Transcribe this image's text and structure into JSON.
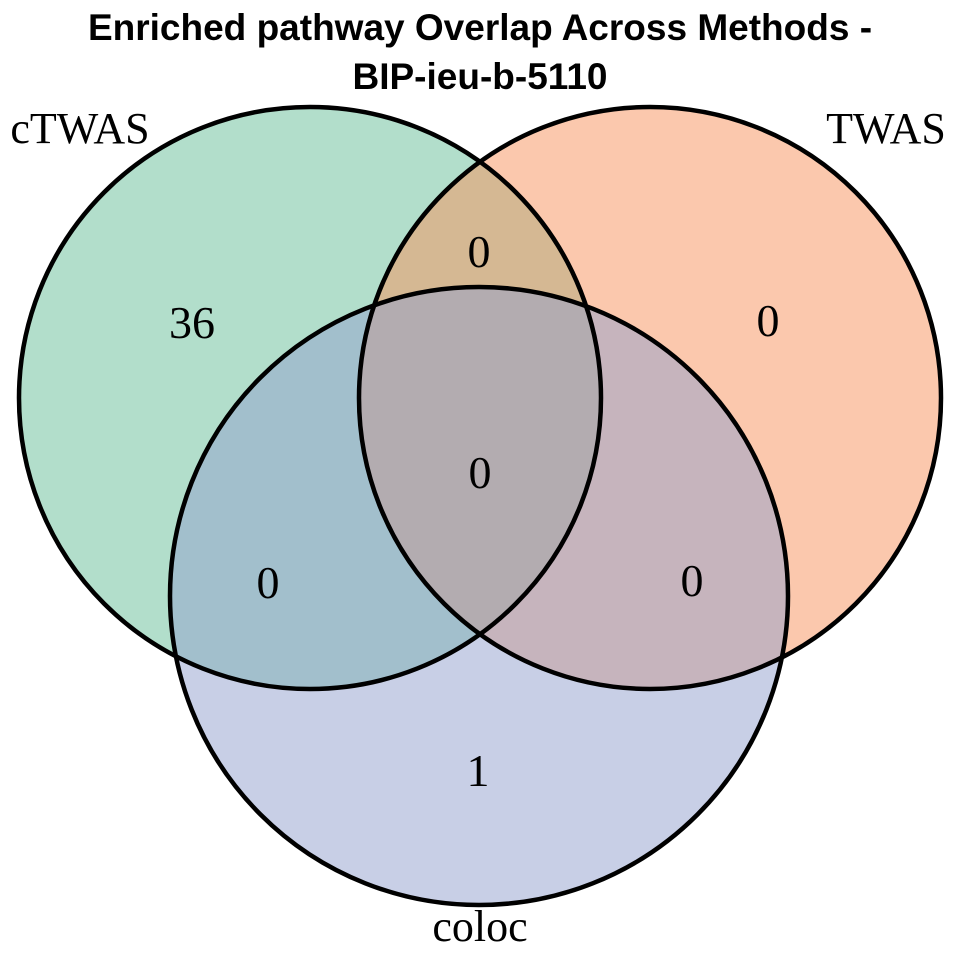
{
  "title": {
    "line1": "Enriched pathway Overlap Across Methods -",
    "line2": "BIP-ieu-b-5110"
  },
  "venn": {
    "set_labels": {
      "ctwas": "cTWAS",
      "twas": "TWAS",
      "coloc": "coloc"
    },
    "counts": {
      "ctwas_only": "36",
      "twas_only": "0",
      "coloc_only": "1",
      "ctwas_twas": "0",
      "ctwas_coloc": "0",
      "twas_coloc": "0",
      "all_three": "0"
    },
    "colors": {
      "ctwas_fill": "#65bd97",
      "twas_fill": "#f7915b",
      "coloc_fill": "#919fcd",
      "outline": "#000000",
      "text": "#000000"
    }
  },
  "chart_data": {
    "type": "venn",
    "title": "Enriched pathway Overlap Across Methods - BIP-ieu-b-5110",
    "sets": [
      "cTWAS",
      "TWAS",
      "coloc"
    ],
    "set_colors": {
      "cTWAS": "#65bd97",
      "TWAS": "#f7915b",
      "coloc": "#919fcd"
    },
    "fill_opacity": 0.5,
    "legend_position": "none",
    "regions": [
      {
        "sets": [
          "cTWAS"
        ],
        "value": 36
      },
      {
        "sets": [
          "TWAS"
        ],
        "value": 0
      },
      {
        "sets": [
          "coloc"
        ],
        "value": 1
      },
      {
        "sets": [
          "cTWAS",
          "TWAS"
        ],
        "value": 0
      },
      {
        "sets": [
          "cTWAS",
          "coloc"
        ],
        "value": 0
      },
      {
        "sets": [
          "TWAS",
          "coloc"
        ],
        "value": 0
      },
      {
        "sets": [
          "cTWAS",
          "TWAS",
          "coloc"
        ],
        "value": 0
      }
    ]
  }
}
